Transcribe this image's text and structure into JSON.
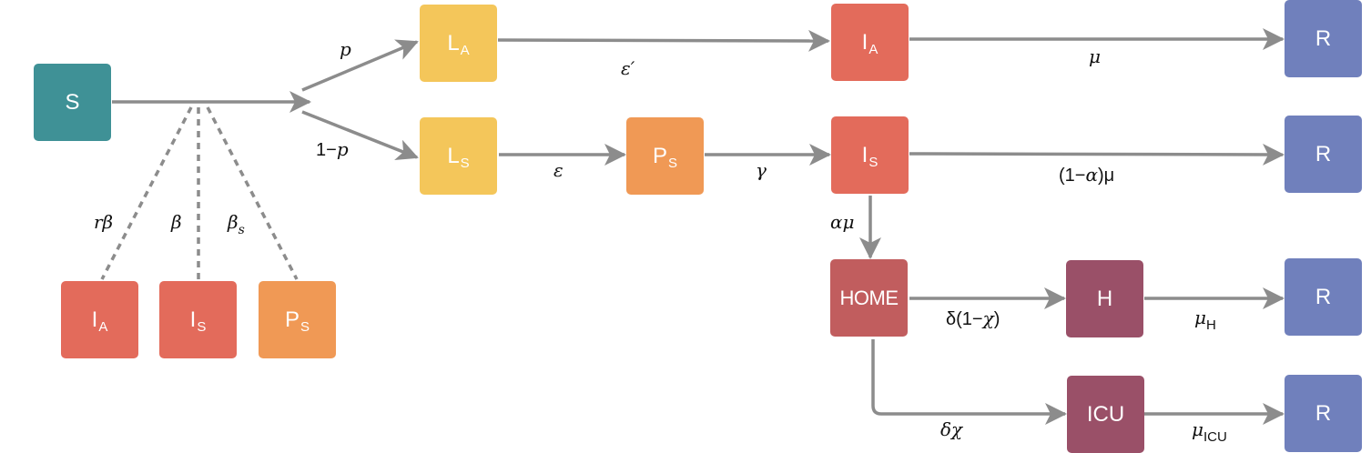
{
  "diagram": {
    "type": "compartmental-model-flowchart",
    "colors": {
      "susceptible": "#3f9196",
      "latent": "#f4c65a",
      "presymptomatic": "#f09955",
      "infectious": "#e36b5b",
      "home": "#c15d5e",
      "hospital": "#9a5068",
      "recovered": "#7080bc",
      "arrow": "#8c8c8c"
    },
    "nodes": {
      "S": {
        "main": "S",
        "sub": ""
      },
      "LA": {
        "main": "L",
        "sub": "A"
      },
      "LS": {
        "main": "L",
        "sub": "S"
      },
      "PS": {
        "main": "P",
        "sub": "S"
      },
      "IA": {
        "main": "I",
        "sub": "A"
      },
      "IS": {
        "main": "I",
        "sub": "S"
      },
      "HOME": {
        "main": "HOME",
        "sub": ""
      },
      "H": {
        "main": "H",
        "sub": ""
      },
      "ICU": {
        "main": "ICU",
        "sub": ""
      },
      "R1": {
        "main": "R",
        "sub": ""
      },
      "R2": {
        "main": "R",
        "sub": ""
      },
      "R3": {
        "main": "R",
        "sub": ""
      },
      "R4": {
        "main": "R",
        "sub": ""
      },
      "srcIA": {
        "main": "I",
        "sub": "A"
      },
      "srcIS": {
        "main": "I",
        "sub": "S"
      },
      "srcPS": {
        "main": "P",
        "sub": "S"
      }
    },
    "edges": [
      {
        "from": "S",
        "to": "split",
        "label": ""
      },
      {
        "from": "split",
        "to": "LA",
        "label": "p"
      },
      {
        "from": "split",
        "to": "LS",
        "label": "1−p"
      },
      {
        "from": "LA",
        "to": "IA",
        "label": "ε′"
      },
      {
        "from": "LS",
        "to": "PS",
        "label": "ε"
      },
      {
        "from": "PS",
        "to": "IS",
        "label": "γ"
      },
      {
        "from": "IA",
        "to": "R1",
        "label": "μ"
      },
      {
        "from": "IS",
        "to": "R2",
        "label": "(1−α)μ"
      },
      {
        "from": "IS",
        "to": "HOME",
        "label": "αμ"
      },
      {
        "from": "HOME",
        "to": "H",
        "label": "δ(1−χ)"
      },
      {
        "from": "HOME",
        "to": "ICU",
        "label": "δχ"
      },
      {
        "from": "H",
        "to": "R3",
        "label": "μH"
      },
      {
        "from": "ICU",
        "to": "R4",
        "label": "μICU"
      }
    ],
    "infection_links": [
      {
        "from": "srcIA",
        "label": "rβ"
      },
      {
        "from": "srcIS",
        "label": "β"
      },
      {
        "from": "srcPS",
        "label": "βs"
      }
    ],
    "labels": {
      "p": "p",
      "one_minus": "1−",
      "one_minus_p_var": "p",
      "eps_prime": "ε′",
      "eps": "ε",
      "gamma": "γ",
      "mu": "μ",
      "one_minus_alpha_open": "(1−",
      "alpha": "α",
      "close_mu": ")μ",
      "alpha_mu": "αμ",
      "delta_open": "δ(1−",
      "chi": "χ",
      "close_paren": ")",
      "delta_chi": "δχ",
      "mu_h_base": "μ",
      "mu_h_sub": "H",
      "mu_icu_base": "μ",
      "mu_icu_sub": "ICU",
      "r_beta": "rβ",
      "beta": "β",
      "beta_s_base": "β",
      "beta_s_sub": "s"
    }
  }
}
